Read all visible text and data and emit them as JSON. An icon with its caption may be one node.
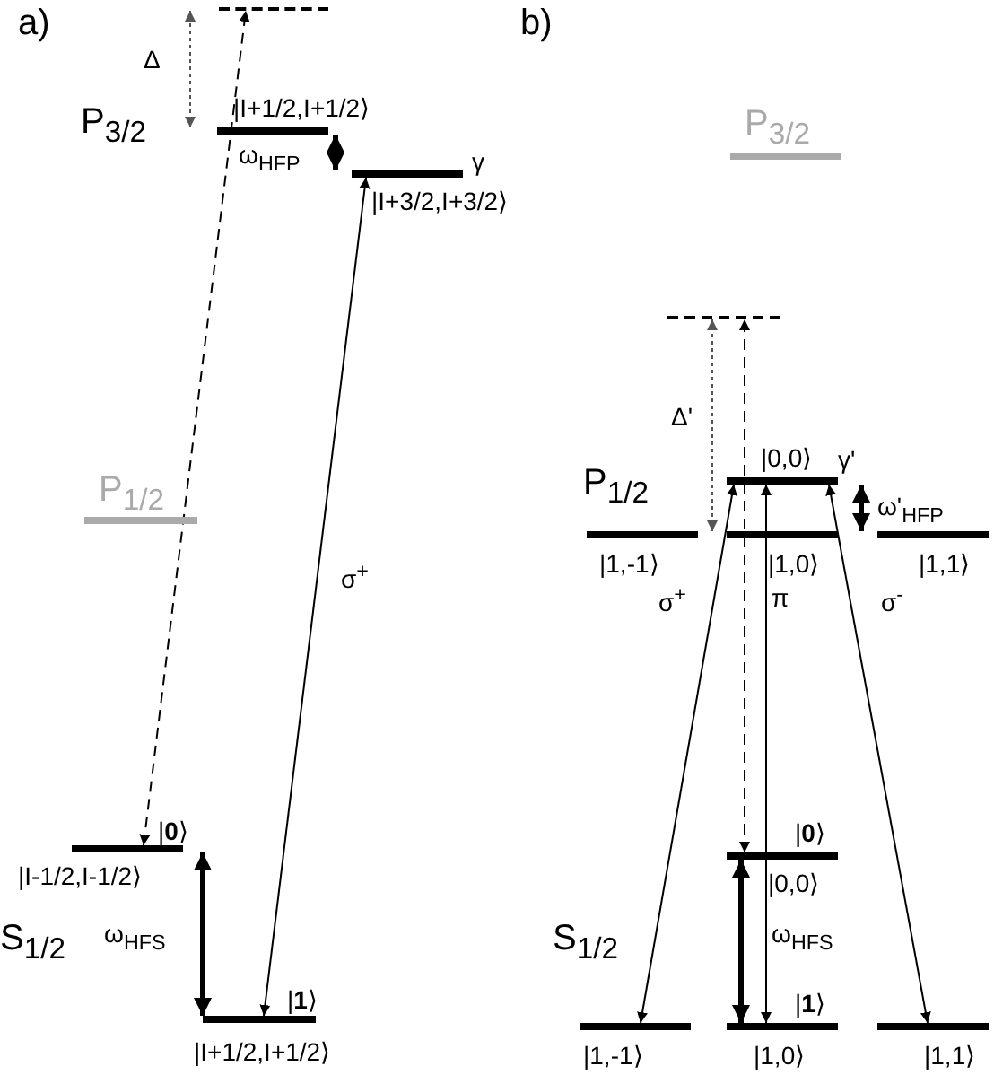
{
  "diagram": {
    "nodes": [
      {
        "text": [],
        "shape": "bar"
      },
      {
        "text": [],
        "shape": "bar",
        "beside": [
          "|I+1/2,I+1/2⟩"
        ]
      },
      {
        "text": [],
        "shape": "bar",
        "beside": [
          "γ",
          "|I+3/2,I+3/2⟩"
        ]
      },
      {
        "text": [],
        "shape": "bar",
        "beside": [
          "P$_{1/2}$"
        ]
      },
      {
        "text": [],
        "shape": "bar",
        "beside": [
          "|**0**⟩",
          "|I-1/2,I-1/2⟩"
        ]
      },
      {
        "text": [],
        "shape": "bar",
        "beside": [
          "|**1**⟩",
          "|I+1/2,I+1/2⟩"
        ]
      },
      {
        "text": [],
        "shape": "bar",
        "beside": [
          "P$_{3/2}$"
        ]
      },
      {
        "text": [],
        "shape": "bar"
      },
      {
        "text": [],
        "shape": "bar",
        "beside": [
          "|0,0⟩",
          "γ'"
        ]
      },
      {
        "text": [],
        "shape": "bar",
        "beside": [
          "|1,-1⟩"
        ]
      },
      {
        "text": [],
        "shape": "bar",
        "beside": [
          "|1,0⟩"
        ]
      },
      {
        "text": [],
        "shape": "bar",
        "beside": [
          "|1,1⟩"
        ]
      },
      {
        "text": [],
        "shape": "bar",
        "beside": [
          "|**0**⟩",
          "|0,0⟩"
        ]
      },
      {
        "text": [],
        "shape": "bar",
        "beside": [
          "|1,-1⟩"
        ]
      },
      {
        "text": [],
        "shape": "bar",
        "beside": [
          "|**1**⟩",
          "|1,0⟩"
        ]
      },
      {
        "text": [],
        "shape": "bar",
        "beside": [
          "|1,1⟩"
        ]
      }
    ],
    "edges": [
      {
        "from": 4,
        "to": 0,
        "arrow": "both",
        "style": "dashed"
      },
      {
        "from": 5,
        "to": 2,
        "arrow": "both",
        "label": "σ$^{+}$"
      },
      {
        "from": 12,
        "to": 7,
        "arrow": "both",
        "style": "dashed"
      },
      {
        "from": 13,
        "to": 8,
        "arrow": "both",
        "label": "σ$^{+}$"
      },
      {
        "from": 14,
        "to": 8,
        "arrow": "both",
        "label": "π"
      },
      {
        "from": 15,
        "to": 8,
        "arrow": "both",
        "label": "σ$^{-}$"
      },
      {
        "from": 1,
        "to": 0,
        "arrow": "both",
        "label": "Δ",
        "style": "dashed",
        "color": "#555555"
      },
      {
        "from": 2,
        "to": 1,
        "arrow": "both",
        "label": "ω$_{HFP}$",
        "style": "thick"
      },
      {
        "from": 5,
        "to": 4,
        "arrow": "both",
        "label": "ω$_{HFS}$",
        "style": "thick"
      },
      {
        "from": 9,
        "to": 7,
        "arrow": "both",
        "label": "Δ'",
        "style": "dashed",
        "color": "#555555"
      },
      {
        "from": 10,
        "to": 8,
        "arrow": "both",
        "label": "ω'$_{HFP}$",
        "style": "thick"
      },
      {
        "from": 14,
        "to": 12,
        "arrow": "both",
        "label": "ω$_{HFS}$",
        "style": "thick"
      }
    ],
    "labels": [
      "a)",
      "P$_{3/2}$",
      "S$_{1/2}$",
      "b)",
      "P$_{1/2}$",
      "S$_{1/2}$"
    ]
  }
}
